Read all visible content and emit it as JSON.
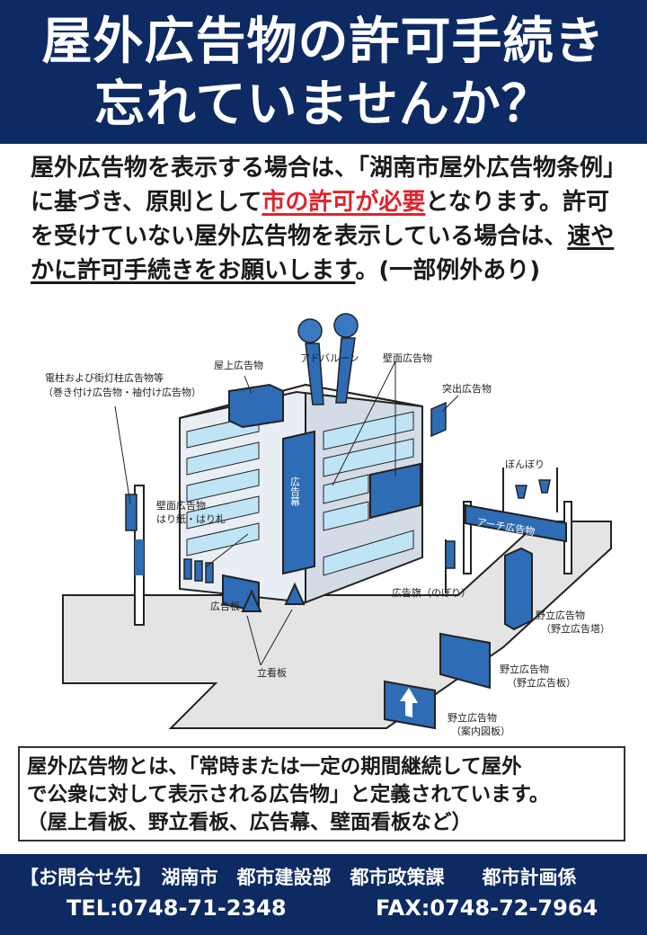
{
  "header": {
    "line1": "屋外広告物の許可手続き",
    "line2": "忘れていませんか？"
  },
  "intro": {
    "part1": "屋外広告物を表示する場合は、「湖南市屋外広告物条例」に基づき、原則として",
    "highlight": "市の許可が必要",
    "part2": "となります。許可を受けていない屋外広告物を表示している場合は、",
    "underline": "速やかに許可手続きをお願いします",
    "part3": "。(一部例外あり)"
  },
  "illustration": {
    "labels": {
      "pole_1": "電柱および街灯柱広告物等",
      "pole_2": "（巻き付け広告物・袖付け広告物）",
      "rooftop": "屋上広告物",
      "balloon": "アドバルーン",
      "wall": "壁面広告物",
      "projecting": "突出広告物",
      "lantern": "ぼんぼり",
      "banner": "広告幕",
      "wall_paper_1": "壁面広告物",
      "wall_paper_2": "はり紙・はり札",
      "arch": "アーチ広告物",
      "flag": "広告旗（のぼり）",
      "ad_board": "広告板",
      "tower_1": "野立広告物",
      "tower_2": "（野立広告塔）",
      "standing": "立看板",
      "field_board_1": "野立広告物",
      "field_board_2": "（野立広告板）",
      "guide_1": "野立広告物",
      "guide_2": "（案内図板）"
    }
  },
  "definition": {
    "line1": "屋外広告物とは、「常時または一定の期間継続して屋外",
    "line2": "で公衆に対して表示される広告物」と定義されています。",
    "line3": "（屋上看板、野立看板、広告幕、壁面看板など）"
  },
  "footer": {
    "contact": "【お問合せ先】　湖南市　都市建設部　都市政策課　　都市計画係",
    "tel": "TEL:0748-71-2348",
    "fax": "FAX:0748-72-7964"
  }
}
